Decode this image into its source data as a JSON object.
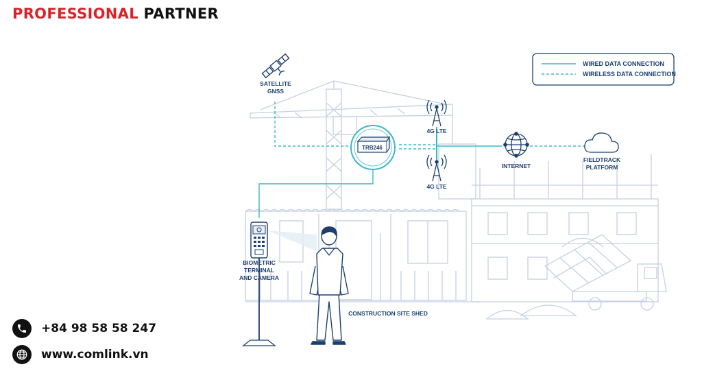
{
  "brand": {
    "part1": "PROFESSIONAL",
    "part2": "PARTNER"
  },
  "legend": {
    "wired": "WIRED DATA CONNECTION",
    "wireless": "WIRELESS DATA CONNECTION"
  },
  "nodes": {
    "satellite_l1": "SATELLITE",
    "satellite_l2": "GNSS",
    "router": "TRB246",
    "lte_top": "4G LTE",
    "lte_bottom": "4G LTE",
    "internet": "INTERNET",
    "platform_l1": "FIELDTRACK",
    "platform_l2": "PLATFORM",
    "terminal_l1": "BIOMETRIC",
    "terminal_l2": "TERMINAL",
    "terminal_l3": "AND CAMERA",
    "shed": "CONSTRUCTION SITE SHED"
  },
  "contact": {
    "phone": "+84 98 58 58 247",
    "website": "www.comlink.vn"
  },
  "colors": {
    "accent_red": "#d8232a",
    "line_teal": "#3ab8c8",
    "outline": "#c5d0e0",
    "dark_navy": "#1c3f6e"
  },
  "icons": [
    "satellite-icon",
    "router-icon",
    "cell-tower-icon",
    "globe-icon",
    "cloud-icon",
    "phone-icon",
    "globe-icon"
  ]
}
